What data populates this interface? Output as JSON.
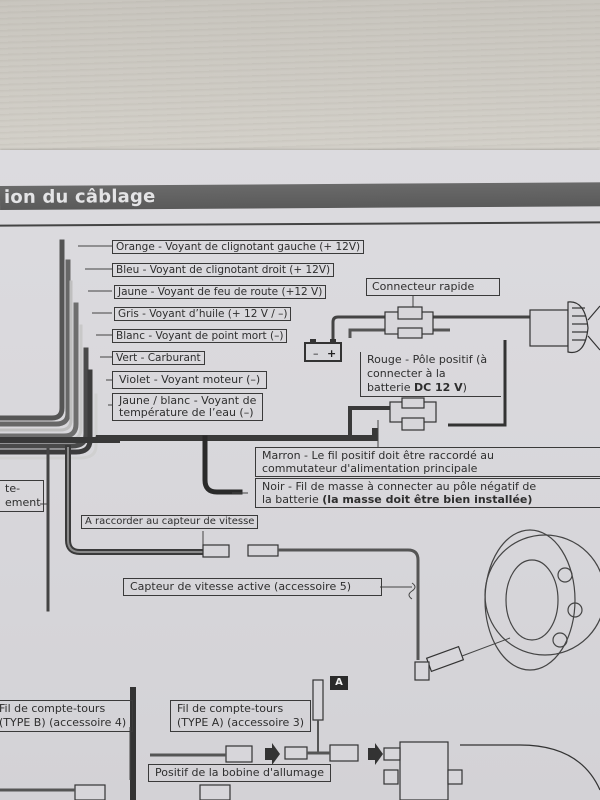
{
  "section": {
    "title": "ion du câblage"
  },
  "warning_lights": [
    {
      "color": "Orange",
      "text": "Orange - Voyant de clignotant gauche (+ 12V)"
    },
    {
      "color": "Bleu",
      "text": "Bleu - Voyant de clignotant droit (+ 12V)"
    },
    {
      "color": "Jaune",
      "text": "Jaune - Voyant de feu de route (+12 V)"
    },
    {
      "color": "Gris",
      "text": "Gris - Voyant d’huile (+ 12 V / –)"
    },
    {
      "color": "Blanc",
      "text": "Blanc - Voyant de point mort (–)"
    },
    {
      "color": "Vert",
      "text": "Vert - Carburant"
    },
    {
      "color": "Violet",
      "text": "Violet - Voyant moteur (–)"
    },
    {
      "color": "Jaune / blanc",
      "text_line1": "Jaune / blanc - Voyant de",
      "text_line2": "température de l’eau (–)"
    }
  ],
  "quick_connector": {
    "label": "Connecteur rapide"
  },
  "battery": {
    "minus": "–",
    "plus": "+"
  },
  "red_wire": {
    "line1": "Rouge - Pôle positif (à",
    "line2": "connecter à la",
    "line3_prefix": "batterie ",
    "line3_bold": "DC 12 V",
    "line3_suffix": ")"
  },
  "brown_wire": {
    "line1": "Marron - Le fil positif doit être raccordé au",
    "line2": "commutateur d'alimentation principale"
  },
  "black_wire": {
    "line1": "Noir - Fil de masse à connecter au pôle négatif de",
    "line2_prefix": "la batterie ",
    "line2_bold": "(la masse doit être bien installée)"
  },
  "left_cut_label": {
    "line1": "te-",
    "line2": "ement"
  },
  "speed_sensor_connect": {
    "label": "A raccorder au capteur de vitesse"
  },
  "active_speed_sensor": {
    "label": "Capteur de vitesse active (accessoire 5)"
  },
  "tach_wire_b": {
    "line1": "Fil de compte-tours",
    "line2": "(TYPE B) (accessoire 4)"
  },
  "tach_wire_a": {
    "line1": "Fil de compte-tours",
    "line2": "(TYPE A) (accessoire 3)"
  },
  "ignition_coil": {
    "label": "Positif de la bobine d'allumage"
  },
  "badge": {
    "text": "A"
  }
}
